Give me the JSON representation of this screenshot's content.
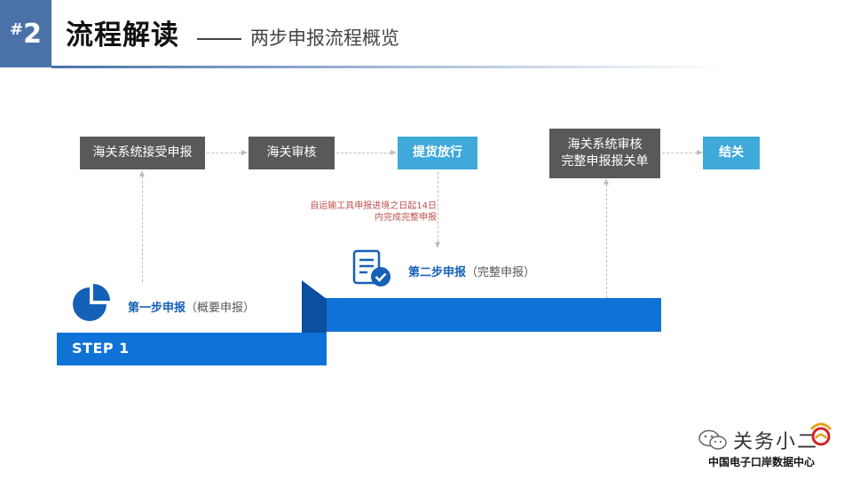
{
  "header": {
    "badge_hash": "#",
    "badge_number": "2",
    "title": "流程解读",
    "subtitle": "两步申报流程概览"
  },
  "flow": {
    "customs_receive": "海关系统接受申报",
    "customs_review": "海关审核",
    "release": "提货放行",
    "system_review_line1": "海关系统审核",
    "system_review_line2": "完整申报报关单",
    "closure": "结关",
    "note_line1": "自运输工具申报进境之日起14日",
    "note_line2": "内完成完整申报"
  },
  "steps": {
    "step1_label": "STEP 1",
    "step1_strong": "第一步申报",
    "step1_paren": "（概要申报）",
    "step2_strong": "第二步申报",
    "step2_paren": "（完整申报）"
  },
  "watermark": {
    "title": "关务小二",
    "subtitle": "中国电子口岸数据中心"
  },
  "colors": {
    "accent_blue": "#0f72d6",
    "header_blue": "#4a72a8",
    "dark_box": "#595959",
    "release_box": "#3fa9d9",
    "note_red": "#c0504d"
  },
  "icons": [
    "pie-chart-icon",
    "document-check-icon",
    "wechat-icon",
    "brand-logo-icon"
  ]
}
